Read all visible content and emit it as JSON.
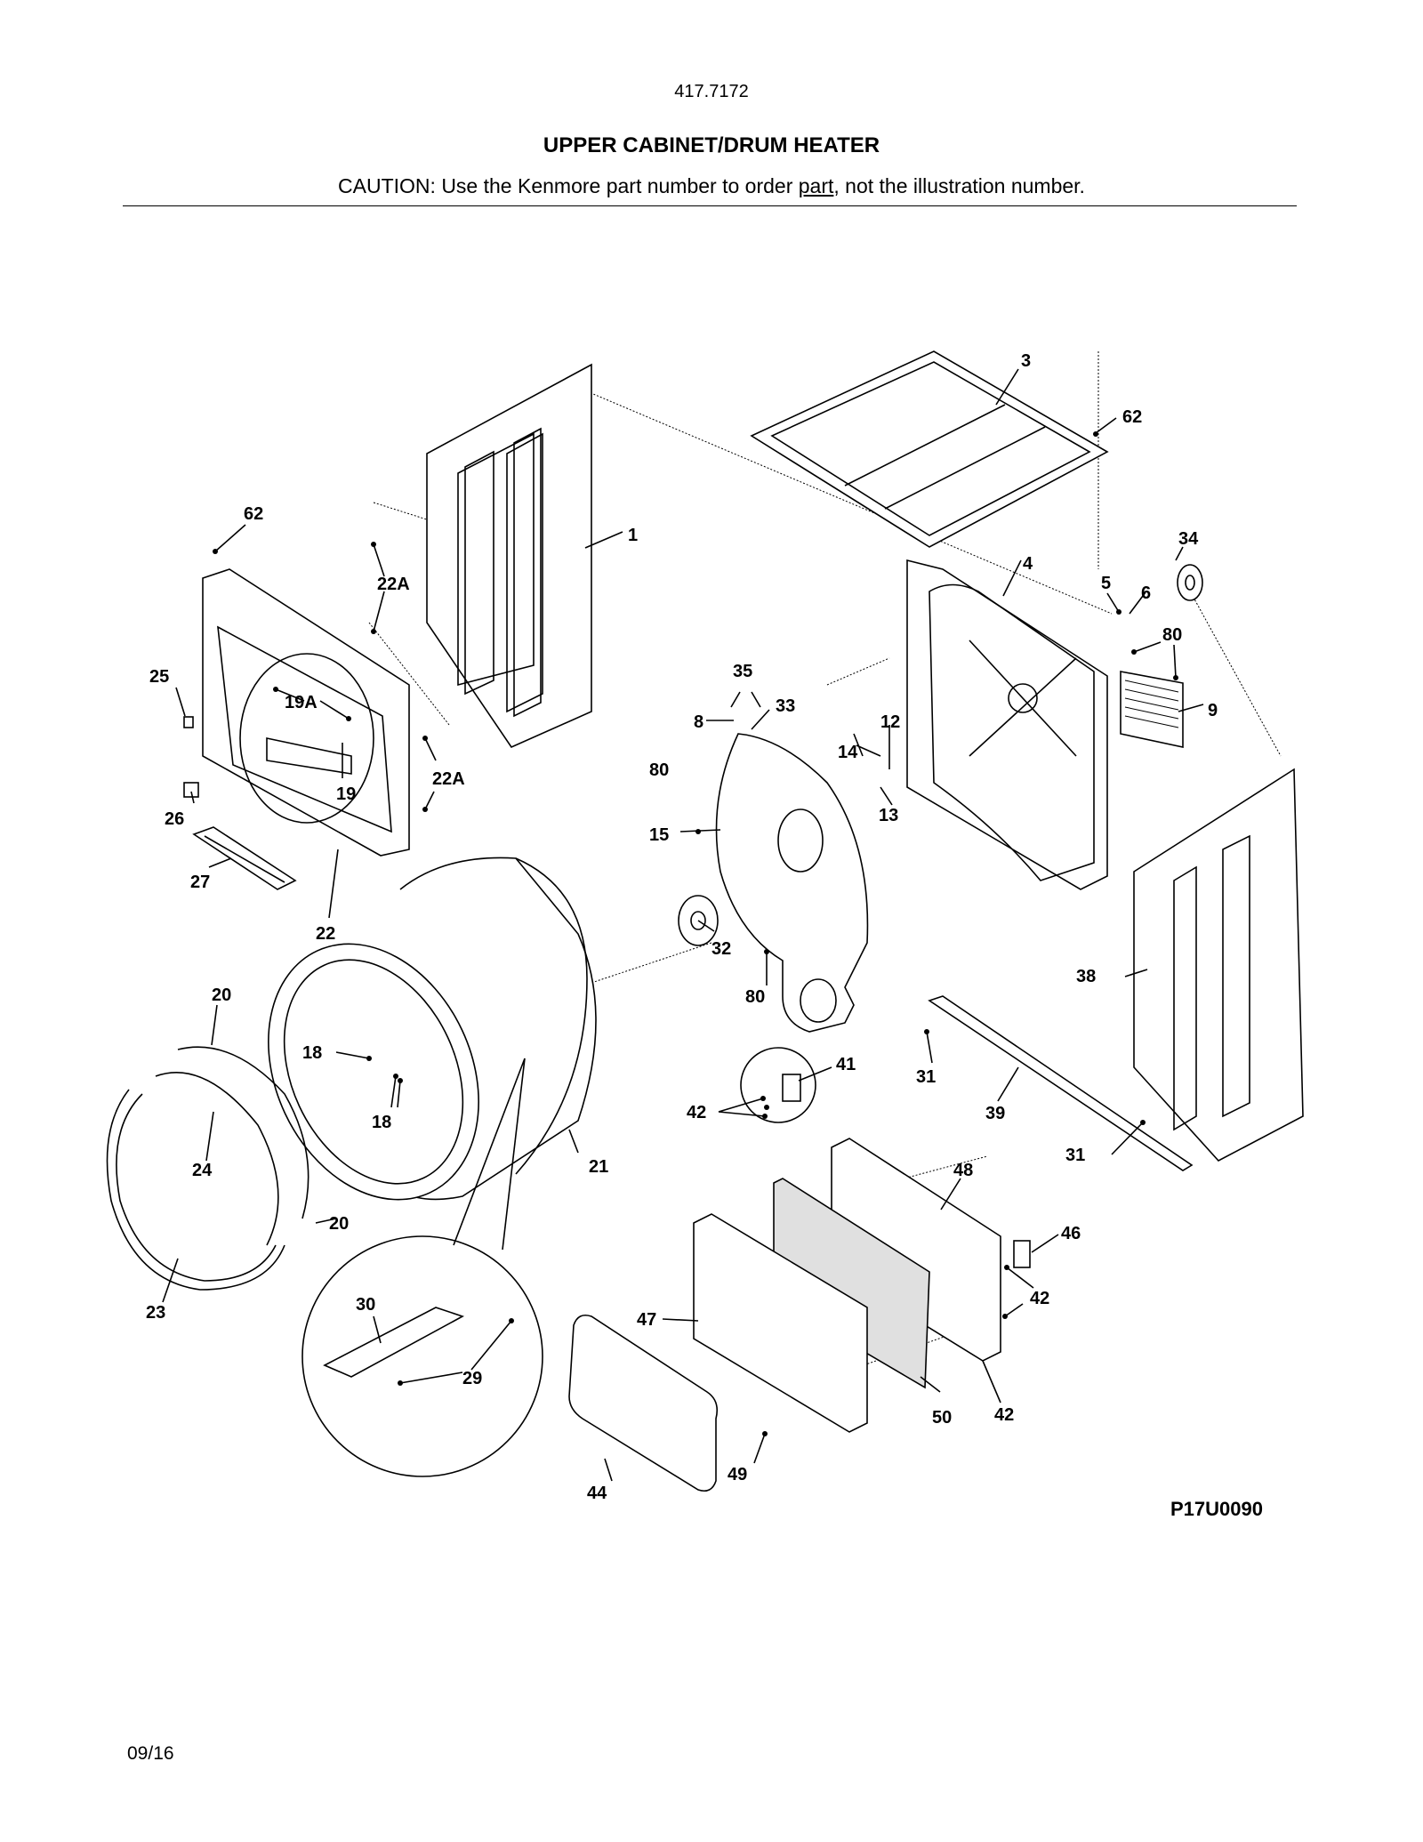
{
  "header": {
    "model": "417.7172",
    "title": "UPPER CABINET/DRUM HEATER",
    "caution_prefix": "CAUTION: Use the Kenmore part number to order ",
    "caution_underlined": "part",
    "caution_suffix": ", not the illustration number."
  },
  "figure_code": "P17U0090",
  "date": "09/16",
  "callouts": {
    "c1": "1",
    "c3": "3",
    "c4": "4",
    "c5": "5",
    "c6": "6",
    "c8": "8",
    "c9": "9",
    "c12": "12",
    "c13": "13",
    "c14": "14",
    "c15": "15",
    "c18a": "18",
    "c18b": "18",
    "c19": "19",
    "c19A": "19A",
    "c20a": "20",
    "c20b": "20",
    "c21": "21",
    "c22": "22",
    "c22Aa": "22A",
    "c22Ab": "22A",
    "c23": "23",
    "c24": "24",
    "c25": "25",
    "c26": "26",
    "c27": "27",
    "c29": "29",
    "c30": "30",
    "c31a": "31",
    "c31b": "31",
    "c32": "32",
    "c33": "33",
    "c34": "34",
    "c35": "35",
    "c38": "38",
    "c39": "39",
    "c41": "41",
    "c42a": "42",
    "c42b": "42",
    "c42c": "42",
    "c44": "44",
    "c46": "46",
    "c47": "47",
    "c48": "48",
    "c49": "49",
    "c50": "50",
    "c62a": "62",
    "c62b": "62",
    "c80a": "80",
    "c80b": "80",
    "c80c": "80"
  }
}
